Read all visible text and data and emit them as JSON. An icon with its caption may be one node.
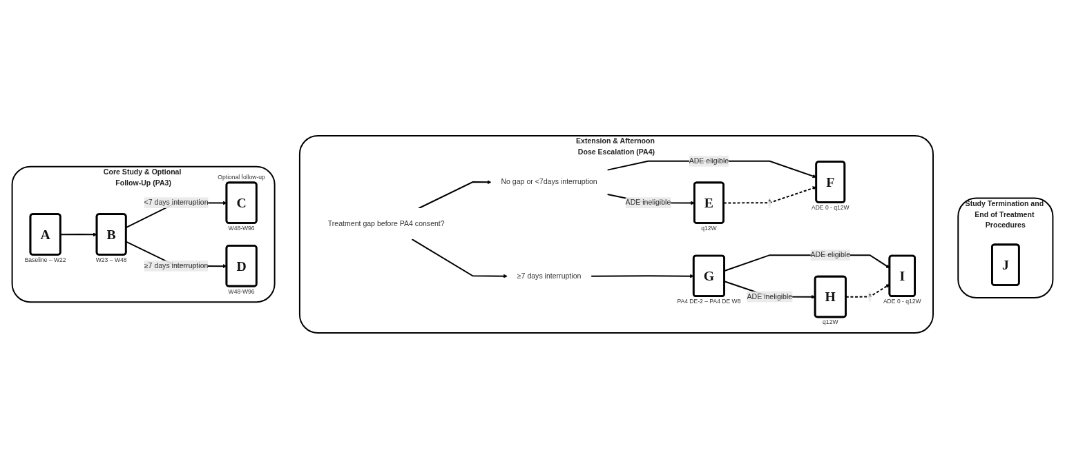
{
  "diagram": {
    "nodes": [
      {
        "text": [
          "Core Study & Optional Follow-Up (PA3)"
        ]
      },
      {
        "text": [
          "A"
        ],
        "in": 0,
        "beside": [
          "Baseline – W22"
        ]
      },
      {
        "text": [
          "B"
        ],
        "in": 0,
        "beside": [
          "W23 – W48"
        ]
      },
      {
        "text": [
          "C"
        ],
        "in": 0,
        "beside": [
          "Optional follow-up",
          "W48-W96"
        ]
      },
      {
        "text": [
          "D"
        ],
        "in": 0,
        "beside": [
          "W48-W96"
        ]
      },
      {
        "text": [
          "Extension & Afternoon Dose Escalation (PA4)"
        ]
      },
      {
        "text": [
          "Treatment gap before PA4 consent?"
        ],
        "in": 5
      },
      {
        "text": [
          "No gap or <7days interruption"
        ],
        "in": 5
      },
      {
        "text": [
          "E"
        ],
        "in": 5,
        "beside": [
          "q12W"
        ]
      },
      {
        "text": [
          "F"
        ],
        "in": 5,
        "beside": [
          "ADE 0 - q12W"
        ]
      },
      {
        "text": [
          "≥7 days interruption"
        ],
        "in": 5
      },
      {
        "text": [
          "G"
        ],
        "in": 5,
        "beside": [
          "PA4 DE-2 – PA4 DE W8"
        ]
      },
      {
        "text": [
          "H"
        ],
        "in": 5,
        "beside": [
          "q12W"
        ]
      },
      {
        "text": [
          "I"
        ],
        "in": 5,
        "beside": [
          "ADE 0 - q12W"
        ]
      },
      {
        "text": [
          "Study Termination and End of Treatment Procedures"
        ]
      },
      {
        "text": [
          "J"
        ],
        "in": 14
      }
    ],
    "edges": [
      {
        "from": 1,
        "to": 2,
        "arrow": "to"
      },
      {
        "from": 2,
        "to": 3,
        "arrow": "to",
        "label": "<7 days interruption"
      },
      {
        "from": 2,
        "to": 4,
        "arrow": "to",
        "label": "≥7 days interruption"
      },
      {
        "from": 6,
        "to": 7,
        "arrow": "to"
      },
      {
        "from": 6,
        "to": 10,
        "arrow": "to"
      },
      {
        "from": 7,
        "to": 8,
        "arrow": "to",
        "label": "ADE ineligible"
      },
      {
        "from": 7,
        "to": 9,
        "arrow": "to",
        "label": "ADE eligible"
      },
      {
        "from": 8,
        "to": 9,
        "arrow": "to",
        "style": "dashed",
        "label": "*"
      },
      {
        "from": 10,
        "to": 11,
        "arrow": "to"
      },
      {
        "from": 11,
        "to": 12,
        "arrow": "to",
        "label": "ADE ineligible"
      },
      {
        "from": 11,
        "to": 13,
        "arrow": "to",
        "label": "ADE eligible"
      },
      {
        "from": 12,
        "to": 13,
        "arrow": "to",
        "style": "dashed",
        "label": "*"
      }
    ]
  }
}
